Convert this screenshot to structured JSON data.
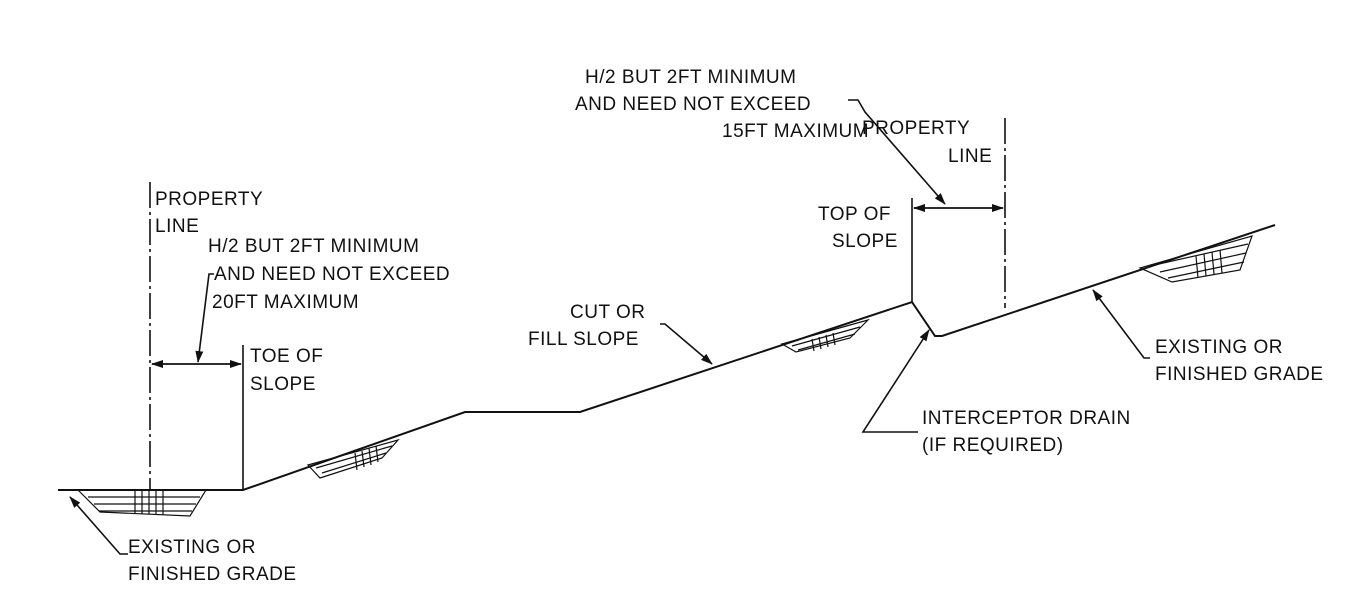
{
  "labels": {
    "property_line_left": [
      "PROPERTY",
      "LINE"
    ],
    "setback_left": [
      "H/2 BUT 2FT MINIMUM",
      "AND NEED NOT EXCEED",
      "20FT MAXIMUM"
    ],
    "toe_of_slope": [
      "TOE OF",
      "SLOPE"
    ],
    "cut_or_fill_slope": [
      "CUT OR",
      "FILL SLOPE"
    ],
    "setback_top": [
      "H/2 BUT 2FT MINIMUM",
      "AND NEED NOT EXCEED",
      "15FT MAXIMUM"
    ],
    "property_line_right": [
      "PROPERTY",
      "LINE"
    ],
    "top_of_slope": [
      "TOP OF",
      "SLOPE"
    ],
    "existing_grade_right": [
      "EXISTING OR",
      "FINISHED GRADE"
    ],
    "interceptor_drain": [
      "INTERCEPTOR DRAIN",
      "(IF REQUIRED)"
    ],
    "existing_grade_left": [
      "EXISTING OR",
      "FINISHED GRADE"
    ]
  }
}
